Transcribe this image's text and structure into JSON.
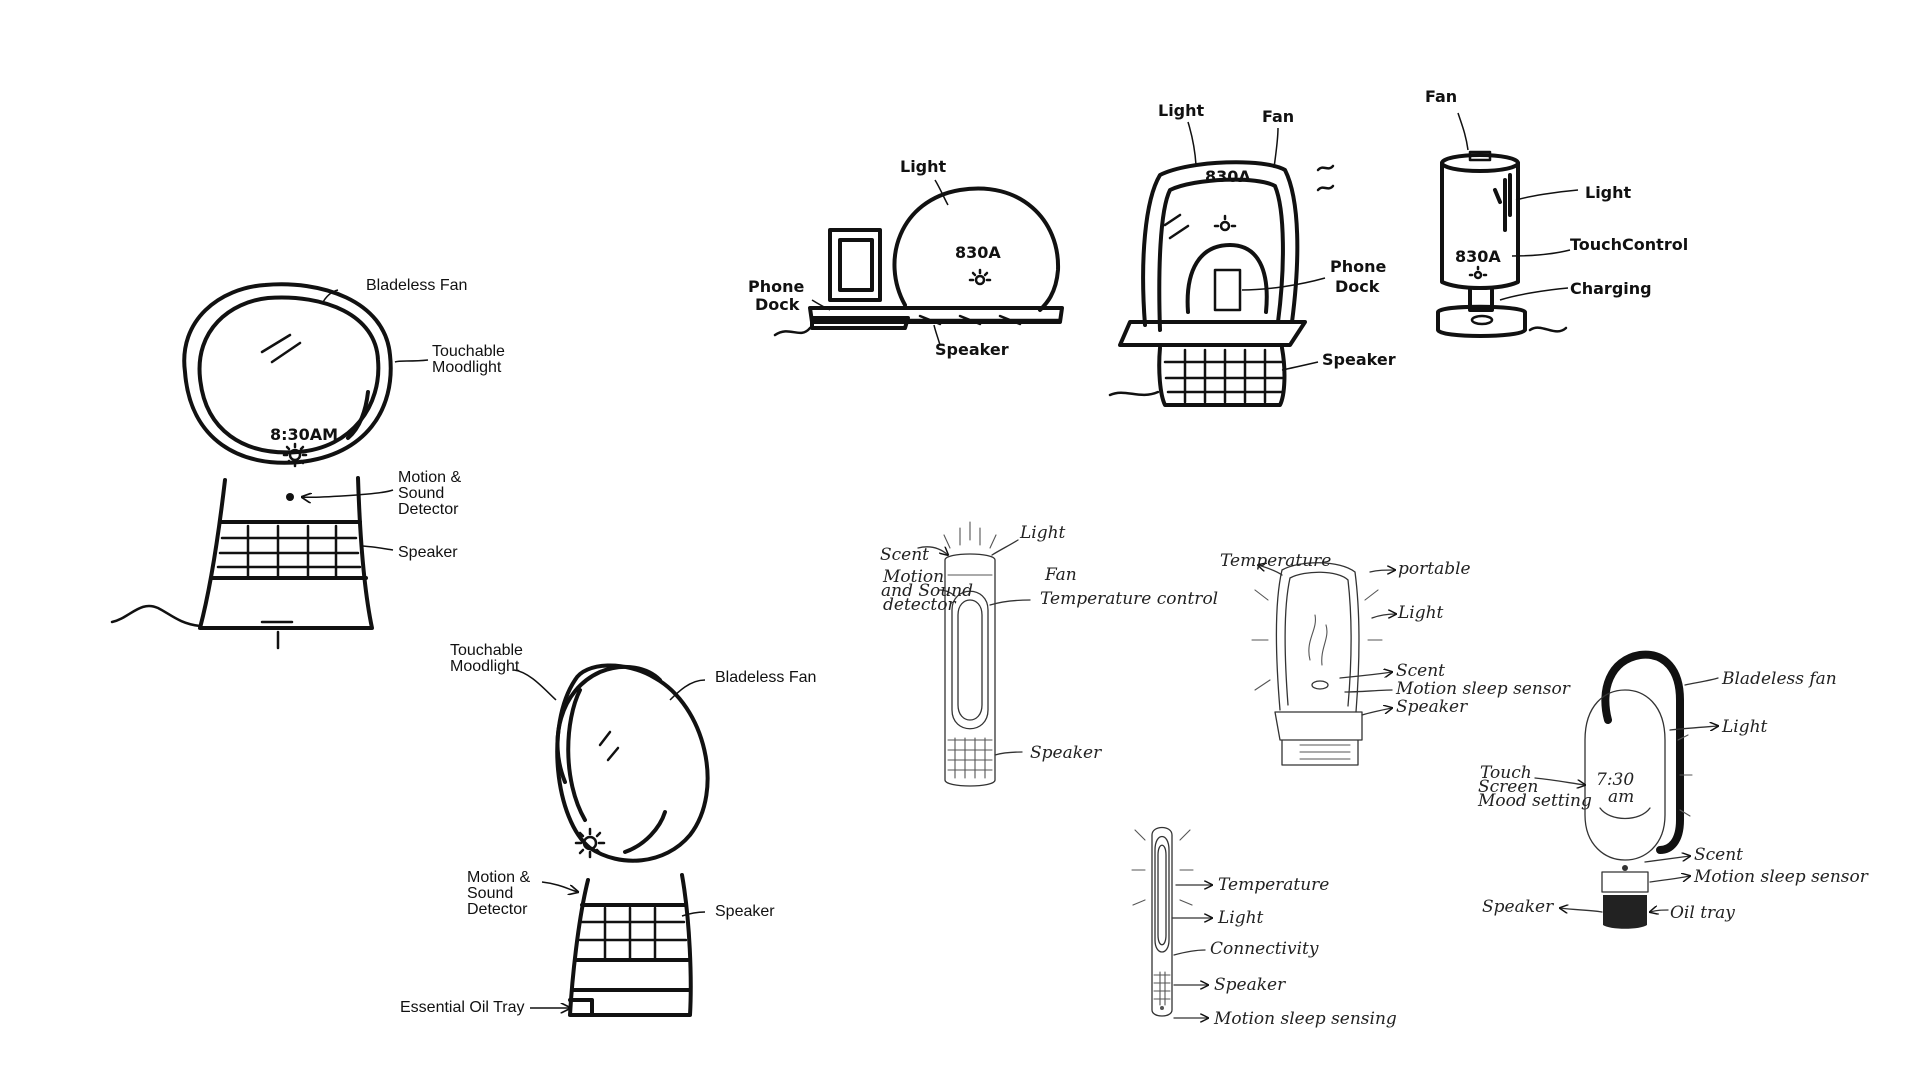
{
  "sketch1": {
    "labels": [
      "Bladeless Fan",
      "Touchable",
      "Moodlight",
      "Motion &",
      "Sound",
      "Detector",
      "Speaker"
    ],
    "time": "8:30AM"
  },
  "sketch2": {
    "labels": [
      "Touchable",
      "Moodlight",
      "Bladeless Fan",
      "Motion &",
      "Sound",
      "Detector",
      "Speaker",
      "Essential Oil Tray"
    ]
  },
  "sketch3": {
    "labels": [
      "Light",
      "Phone",
      "Dock",
      "Speaker"
    ],
    "time": "830A"
  },
  "sketch4": {
    "labels": [
      "Light",
      "Fan",
      "Phone",
      "Dock",
      "Speaker"
    ],
    "time": "830A"
  },
  "sketch5": {
    "labels": [
      "Fan",
      "Light",
      "TouchControl",
      "Charging"
    ],
    "time": "830A"
  },
  "sketch6": {
    "labels": [
      "Scent",
      "Light",
      "Motion",
      "and Sound",
      "detector",
      "Fan",
      "Temperature control",
      "Speaker"
    ]
  },
  "sketch7": {
    "labels": [
      "Temperature",
      "portable",
      "Light",
      "Scent",
      "Motion sleep sensor",
      "Speaker"
    ]
  },
  "sketch8": {
    "labels": [
      "Temperature",
      "Light",
      "Connectivity",
      "Speaker",
      "Motion sleep sensing"
    ]
  },
  "sketch9": {
    "labels": [
      "Bladeless fan",
      "Light",
      "Touch",
      "Screen",
      "Mood setting",
      "Scent",
      "Motion sleep sensor",
      "Speaker",
      "Oil tray"
    ],
    "time": "7:30",
    "ampm": "am"
  }
}
